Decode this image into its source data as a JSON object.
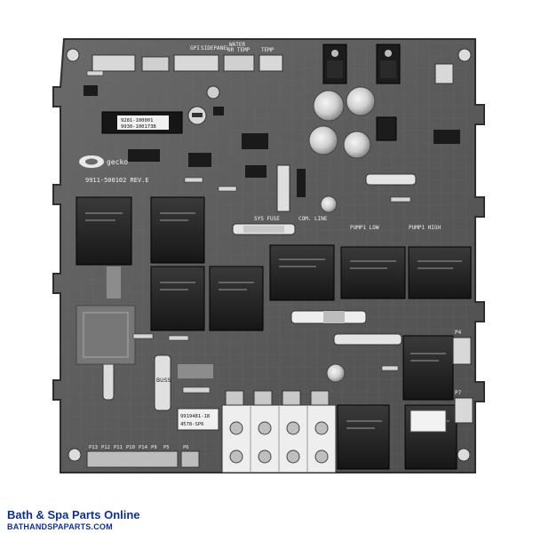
{
  "board": {
    "top_labels": [
      "GPI",
      "SIDEPANEL",
      "WATER",
      "OR TEMP",
      "TEMP"
    ],
    "logo_text": "gecko",
    "chip_lines": [
      "9281-100001",
      "9930-100173B"
    ],
    "part_number": "9911-500102 REV.E",
    "fuse_label": "SYS FUSE",
    "com_label": "COM. LINE",
    "pump_labels": [
      "PUMP1 LOW",
      "PUMP1 HIGH"
    ],
    "right_codes": [
      "P4",
      "P7"
    ],
    "buss_text": "BUSS",
    "sticker_lines": [
      "9919481-18",
      "4578-SP6"
    ],
    "bottom_codes": [
      "P13",
      "P12",
      "P11",
      "P10",
      "P14",
      "P9",
      "P5",
      "P6"
    ]
  },
  "footer": {
    "brand": "Bath & Spa Parts Online",
    "url": "BATHANDSPAPARTS.COM"
  }
}
